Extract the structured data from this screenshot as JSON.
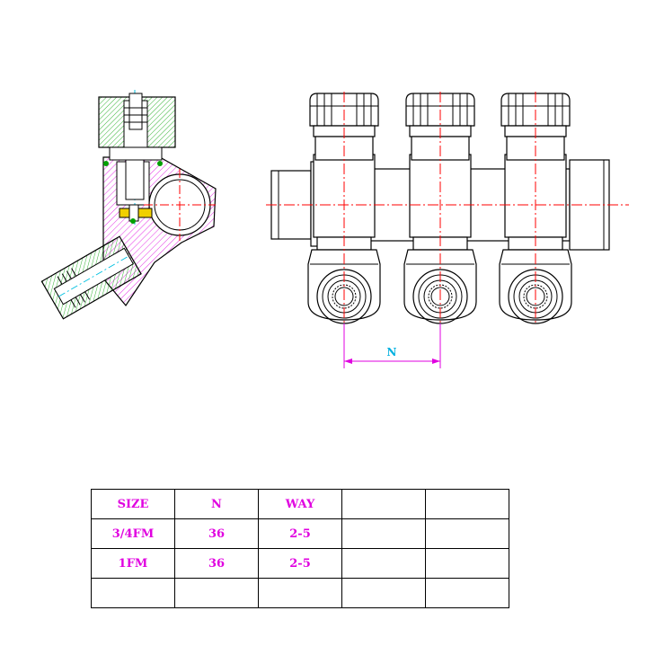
{
  "colors": {
    "outline": "#000000",
    "centerline": "#ff0000",
    "section_hatch": "#e000e0",
    "cap_hatch": "#00a000",
    "dimension": "#e000e0",
    "dimension_text": "#00b0e0",
    "section_hole": "#00c0e0",
    "yellow_part": "#f0d000",
    "table_text": "#e000e0"
  },
  "dimension": {
    "label": "N"
  },
  "table": {
    "header": [
      "SIZE",
      "N",
      "WAY",
      "",
      ""
    ],
    "rows": [
      [
        "3/4FM",
        "36",
        "2-5",
        "",
        ""
      ],
      [
        "1FM",
        "36",
        "2-5",
        "",
        ""
      ],
      [
        "",
        "",
        "",
        "",
        ""
      ]
    ]
  }
}
